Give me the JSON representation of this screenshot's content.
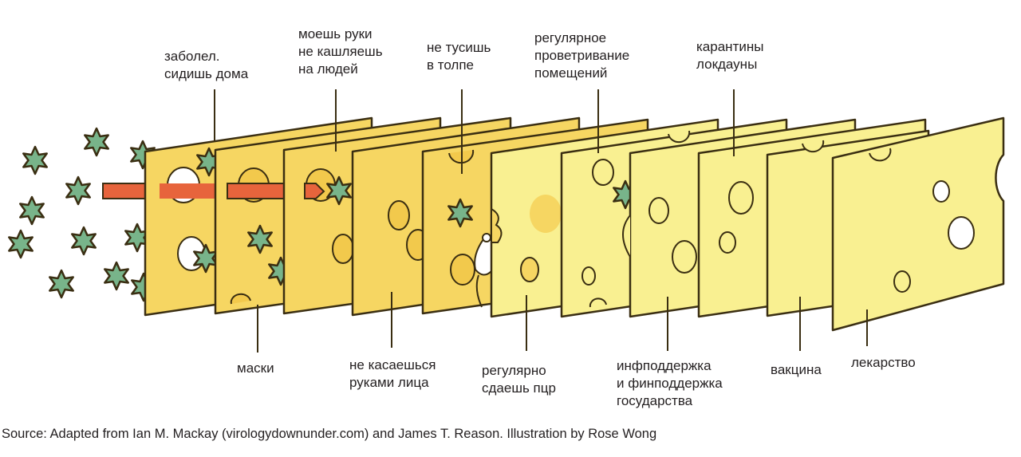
{
  "labels": {
    "top": [
      "заболел.\nсидишь дома",
      "моешь руки\nне кашляешь\nна людей",
      "не тусишь\nв толпе",
      "регулярное\nпроветривание\nпомещений",
      "карантины\nлокдауны"
    ],
    "bottom": [
      "маски",
      "не касаешься\nруками лица",
      "регулярно\nсдаешь пцр",
      "инфподдержка\nи финподдержка\nгосударства",
      "вакцина",
      "лекарство"
    ]
  },
  "source": "Source: Adapted from Ian M. Mackay (virologydownunder.com) and James T. Reason. Illustration by Rose Wong",
  "colors": {
    "outline": "#3a2e12",
    "slice_dark": "#f6d662",
    "slice_light": "#f9f091",
    "virus": "#78b48a",
    "arrow": "#e7643c",
    "text": "#231f20"
  },
  "icons": [
    "virus-icon",
    "mouse-icon",
    "arrow-icon"
  ]
}
